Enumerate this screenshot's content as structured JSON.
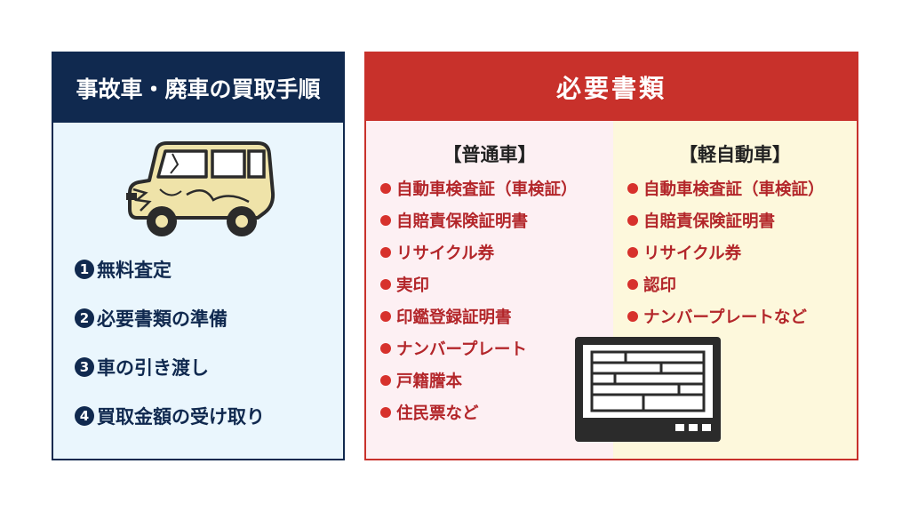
{
  "procedure": {
    "title": "事故車・廃車の買取手順",
    "steps": [
      {
        "num": "1",
        "label": "無料査定"
      },
      {
        "num": "2",
        "label": "必要書類の準備"
      },
      {
        "num": "3",
        "label": "車の引き渡し"
      },
      {
        "num": "4",
        "label": "買取金額の受け取り"
      }
    ]
  },
  "documents": {
    "title": "必要書類",
    "regular": {
      "title": "【普通車】",
      "items": [
        "自動車検査証（車検証）",
        "自賠責保険証明書",
        "リサイクル券",
        "実印",
        "印鑑登録証明書",
        "ナンバープレート",
        "戸籍謄本",
        "住民票など"
      ]
    },
    "kei": {
      "title": "【軽自動車】",
      "items": [
        "自動車検査証（車検証）",
        "自賠責保険証明書",
        "リサイクル券",
        "認印",
        "ナンバープレートなど"
      ]
    }
  },
  "colors": {
    "navy": "#10294f",
    "red": "#c8312b",
    "light_blue": "#eaf6fd",
    "pink": "#fdf0f3",
    "cream": "#fdf8dc",
    "car_body": "#efe3a9"
  },
  "icons": {
    "car": "damaged-car-icon",
    "document": "document-icon"
  }
}
